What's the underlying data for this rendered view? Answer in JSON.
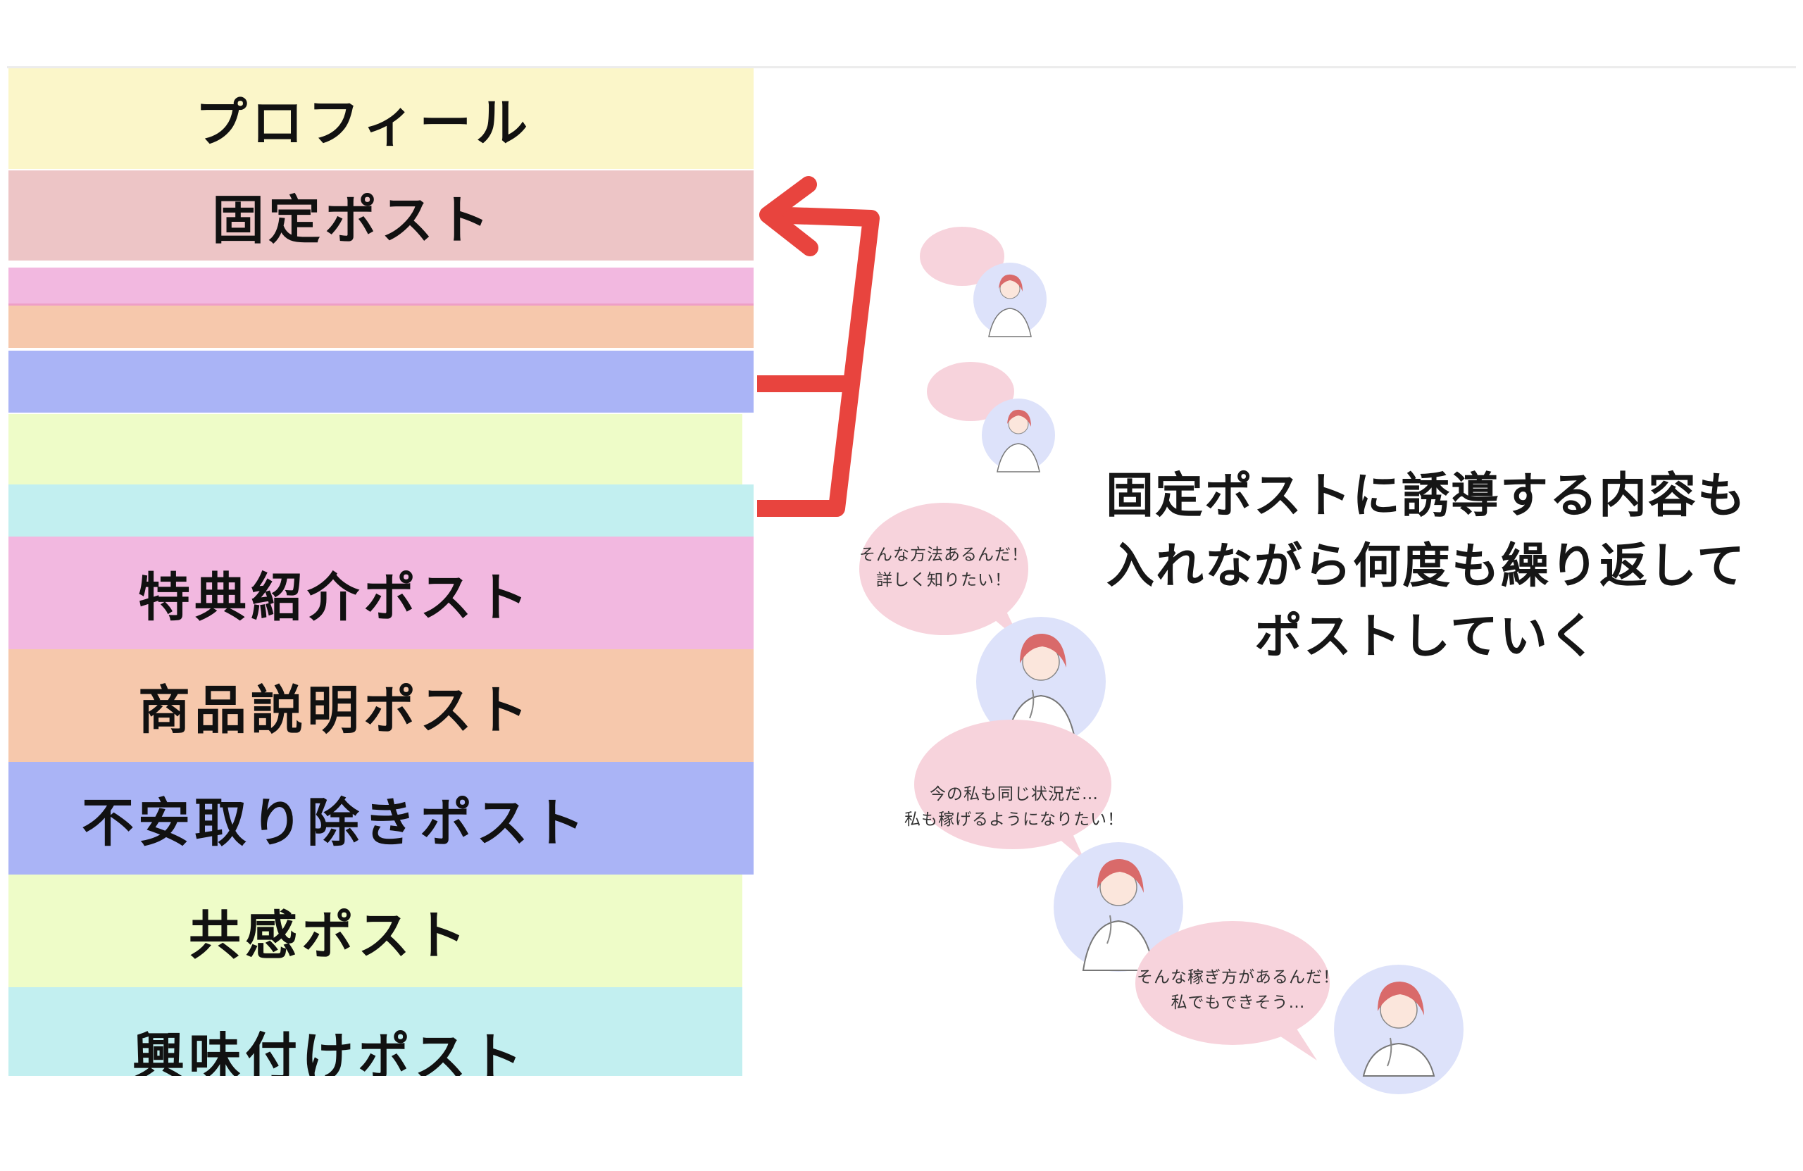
{
  "diagram": {
    "stack": [
      {
        "id": "profile",
        "label": "プロフィール",
        "color": "#fbf6c9"
      },
      {
        "id": "pinned",
        "label": "固定ポスト",
        "color": "#edc5c6"
      },
      {
        "id": "thin-pink",
        "label": "",
        "color": "#f2b8e0"
      },
      {
        "id": "thin-peach",
        "label": "",
        "color": "#f6c8ac"
      },
      {
        "id": "thin-blue",
        "label": "",
        "color": "#aab4f6"
      },
      {
        "id": "thin-green",
        "label": "",
        "color": "#eefcc8"
      },
      {
        "id": "thin-cyan",
        "label": "",
        "color": "#c2eff0"
      },
      {
        "id": "bonus",
        "label": "特典紹介ポスト",
        "color": "#f2b8e0"
      },
      {
        "id": "product",
        "label": "商品説明ポスト",
        "color": "#f6c8ac"
      },
      {
        "id": "anxiety",
        "label": "不安取り除きポスト",
        "color": "#aab4f6"
      },
      {
        "id": "empathy",
        "label": "共感ポスト",
        "color": "#eefcc8"
      },
      {
        "id": "interest",
        "label": "興味付けポスト",
        "color": "#c2eff0"
      }
    ],
    "caption": [
      "固定ポストに誘導する内容も",
      "入れながら何度も繰り返して",
      "ポストしていく"
    ],
    "bubbles": [
      {
        "id": "small-1",
        "lines": []
      },
      {
        "id": "small-2",
        "lines": []
      },
      {
        "id": "method",
        "lines": [
          "そんな方法あるんだ！",
          "詳しく知りたい！"
        ]
      },
      {
        "id": "same-situation",
        "lines": [
          "今の私も同じ状況だ…",
          "私も稼げるようになりたい！"
        ]
      },
      {
        "id": "earning",
        "lines": [
          "そんな稼ぎ方があるんだ！",
          "私でもできそう…"
        ]
      }
    ],
    "colors": {
      "arrow": "#e8443e",
      "bubble": "#f7d3dc",
      "avatar_bg": "#dde2fa",
      "hair": "#d96a6a"
    }
  }
}
